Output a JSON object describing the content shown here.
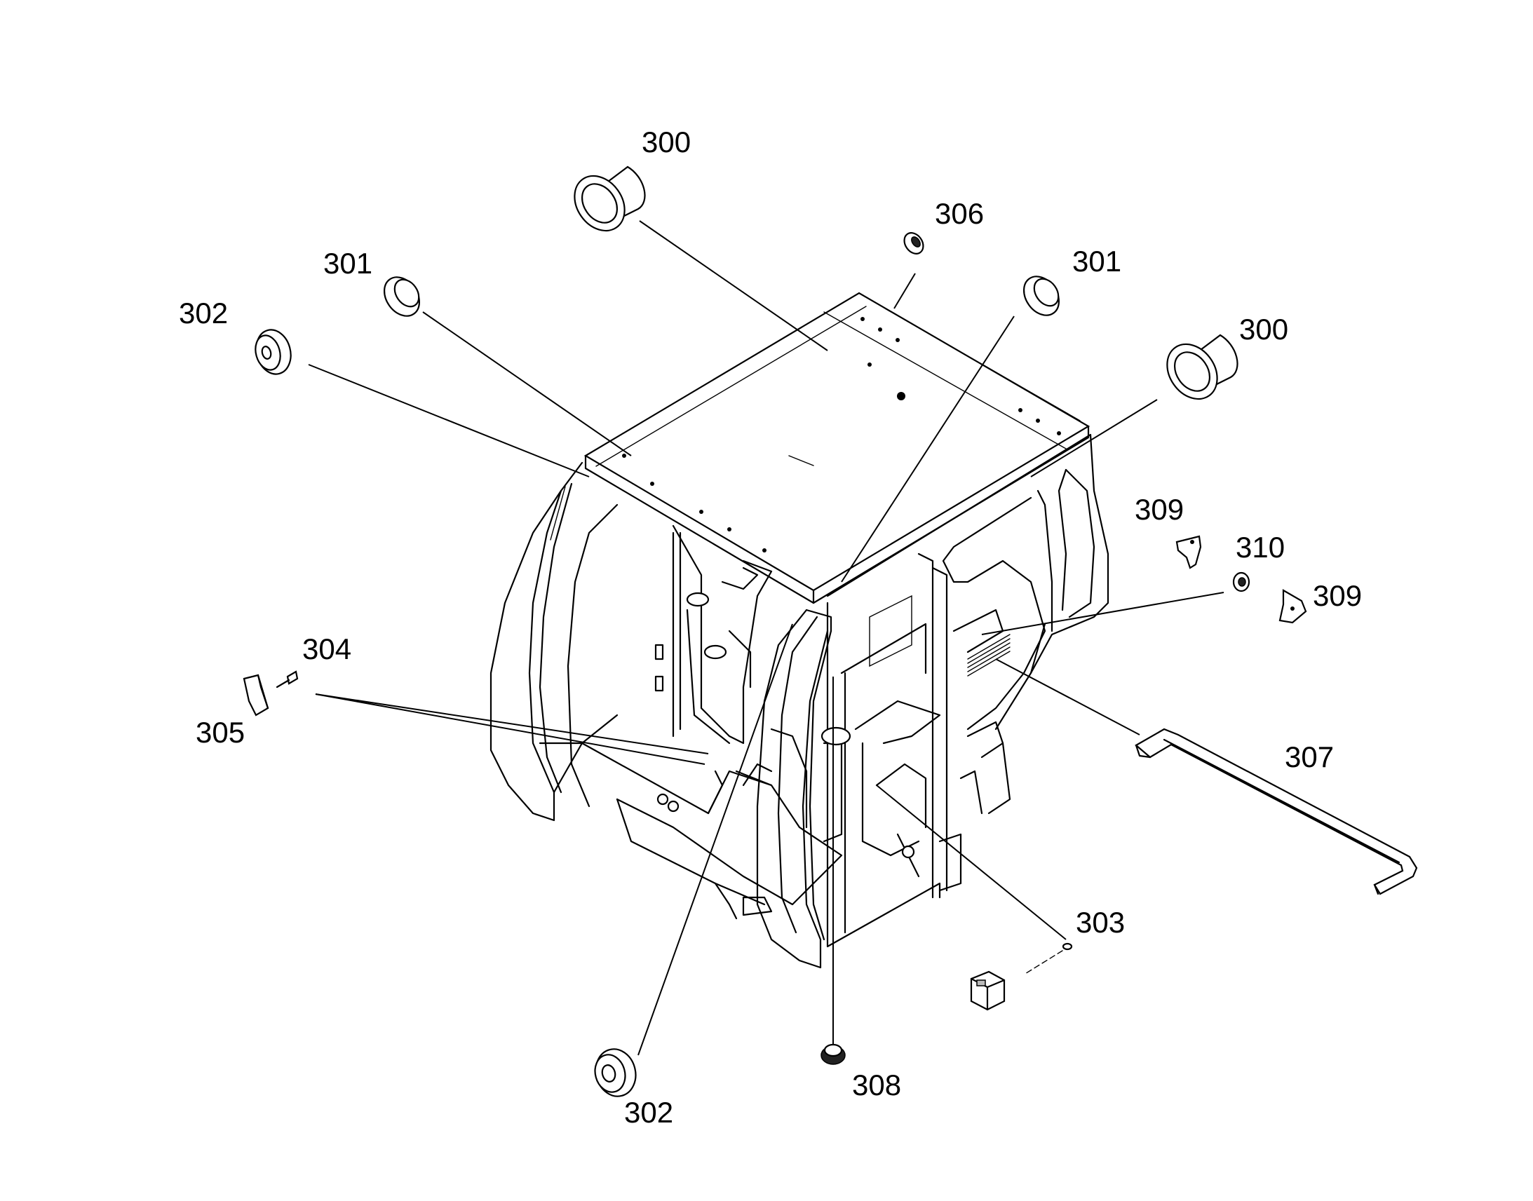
{
  "diagram": {
    "callouts": [
      {
        "id": "c300a",
        "label": "300"
      },
      {
        "id": "c306",
        "label": "306"
      },
      {
        "id": "c301a",
        "label": "301"
      },
      {
        "id": "c301b",
        "label": "301"
      },
      {
        "id": "c302a",
        "label": "302"
      },
      {
        "id": "c300b",
        "label": "300"
      },
      {
        "id": "c309a",
        "label": "309"
      },
      {
        "id": "c310",
        "label": "310"
      },
      {
        "id": "c309b",
        "label": "309"
      },
      {
        "id": "c304",
        "label": "304"
      },
      {
        "id": "c305",
        "label": "305"
      },
      {
        "id": "c307",
        "label": "307"
      },
      {
        "id": "c303",
        "label": "303"
      },
      {
        "id": "c308",
        "label": "308"
      },
      {
        "id": "c302b",
        "label": "302"
      }
    ]
  }
}
